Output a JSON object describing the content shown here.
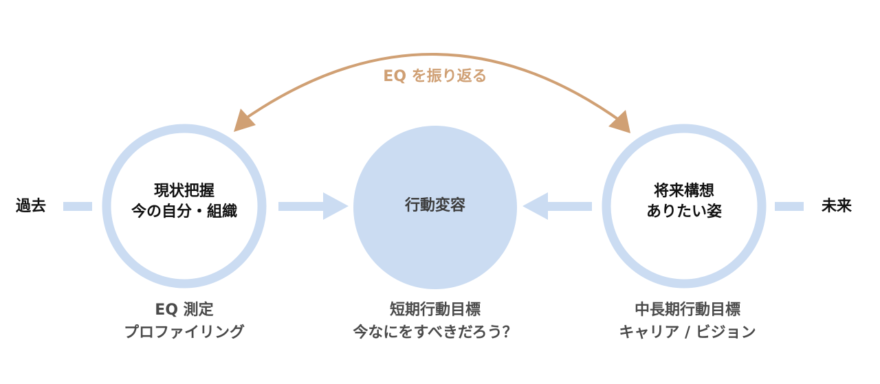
{
  "colors": {
    "circle_stroke": "#cbdcf2",
    "circle_fill": "#cbdcf2",
    "arrow_light": "#cbdcf2",
    "arc": "#d0a074",
    "text_dark": "#111111",
    "text_gray": "#4a4a4a",
    "arc_text": "#cf9f73"
  },
  "arc_label": "EQ を振り返る",
  "past_label": "過去",
  "future_label": "未来",
  "left_circle": {
    "line1": "現状把握",
    "line2": "今の自分・組織"
  },
  "center_circle": {
    "label": "行動変容"
  },
  "right_circle": {
    "line1": "将来構想",
    "line2": "ありたい姿"
  },
  "captions": {
    "left": {
      "line1": "EQ 測定",
      "line2": "プロファイリング"
    },
    "center": {
      "line1": "短期行動目標",
      "line2": "今なにをすべきだろう？"
    },
    "right": {
      "line1": "中長期行動目標",
      "line2": "キャリア / ビジョン"
    }
  }
}
